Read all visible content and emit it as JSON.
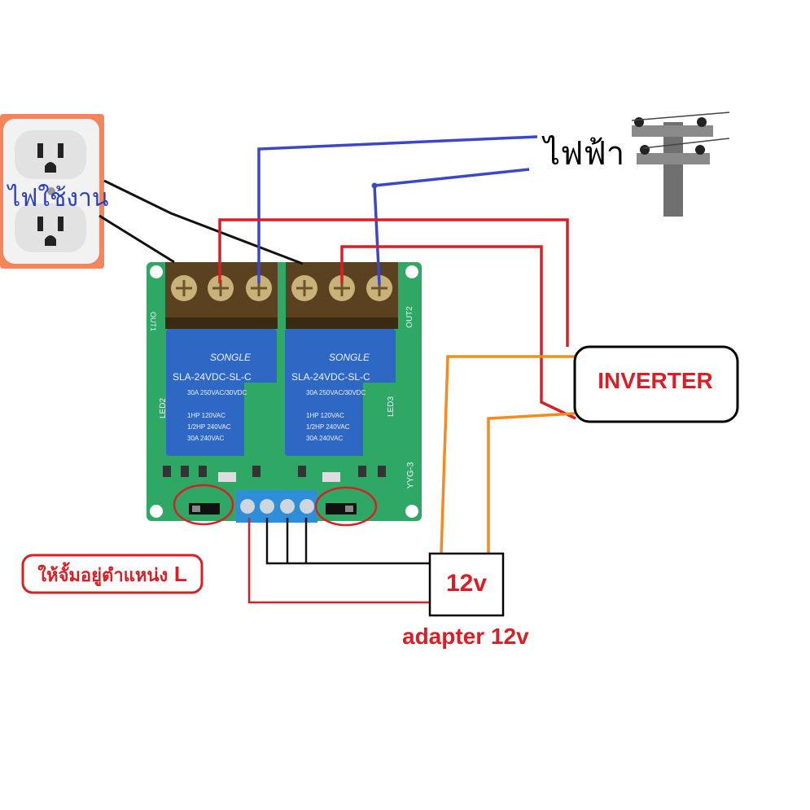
{
  "labels": {
    "power_source": "ไฟฟ้า",
    "outlet": "ไฟใช้งาน",
    "inverter": "INVERTER",
    "adapter_box": "12v",
    "adapter_caption": "adapter 12v",
    "jumper_note_prefix": "ให้จั้มอยู่ตำแหน่ง ",
    "jumper_note_letter": "L"
  },
  "board": {
    "relay_brand": "SONGLE",
    "relay_model": "SLA-24VDC-SL-C",
    "relay_ratings": [
      "30A 250VAC/30VDC",
      "1HP 120VAC",
      "1/2HP 240VAC",
      "30A 240VAC"
    ],
    "silk_out1": "OUT1",
    "silk_out2": "OUT2",
    "silk_led2": "LED2",
    "silk_led3": "LED3",
    "silk_model": "YYG-3"
  },
  "colors": {
    "ac_blue": "#3b47c9",
    "dc_red": "#d81f26",
    "dc_orange": "#f58a1f",
    "ac_black": "#111111",
    "board_green": "#2ea864",
    "relay_blue": "#2f67c4"
  }
}
